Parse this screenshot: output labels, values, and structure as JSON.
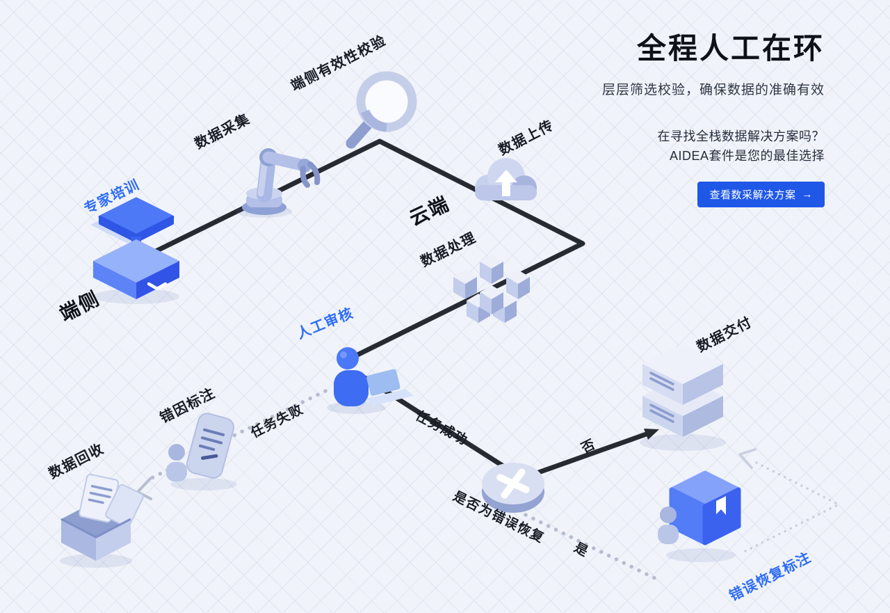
{
  "page": {
    "title": "全程人工在环",
    "subtitle": "层层筛选校验，确保数据的准确有效",
    "promo_line1": "在寻找全栈数据解决方案吗？",
    "promo_line2": "AIDEA套件是您的最佳选择",
    "cta_label": "查看数采解决方案",
    "cta_arrow": "→"
  },
  "diagram": {
    "labels": {
      "expert_training": "专家培训",
      "edge_side": "端侧",
      "data_collection": "数据采集",
      "edge_validation": "端侧有效性校验",
      "data_upload": "数据上传",
      "cloud_side": "云端",
      "data_processing": "数据处理",
      "human_review": "人工审核",
      "task_failed": "任务失败",
      "task_success": "任务成功",
      "error_cause_annotation": "错因标注",
      "data_recycle": "数据回收",
      "decision_question": "是否为错误恢复",
      "branch_no": "否",
      "branch_yes": "是",
      "data_delivery": "数据交付",
      "error_recovery_annotation": "错误恢复标注"
    },
    "icons": [
      "graduation-podium-icon",
      "robot-arm-icon",
      "magnifier-icon",
      "cloud-upload-icon",
      "cube-cluster-icon",
      "person-laptop-icon",
      "x-decision-icon",
      "server-stack-icon",
      "person-document-icon",
      "storage-box-icon",
      "person-bookmark-icon",
      "arrow-right-icon"
    ],
    "colors": {
      "accent_blue": "#2e6cf6",
      "cta_blue": "#1f57e7",
      "flow_line": "#262a31",
      "dotted_line": "#b6bdcf",
      "icon_light": "#ccd5ef",
      "icon_mid": "#a9b7e0",
      "icon_dark": "#3c64ee"
    }
  }
}
